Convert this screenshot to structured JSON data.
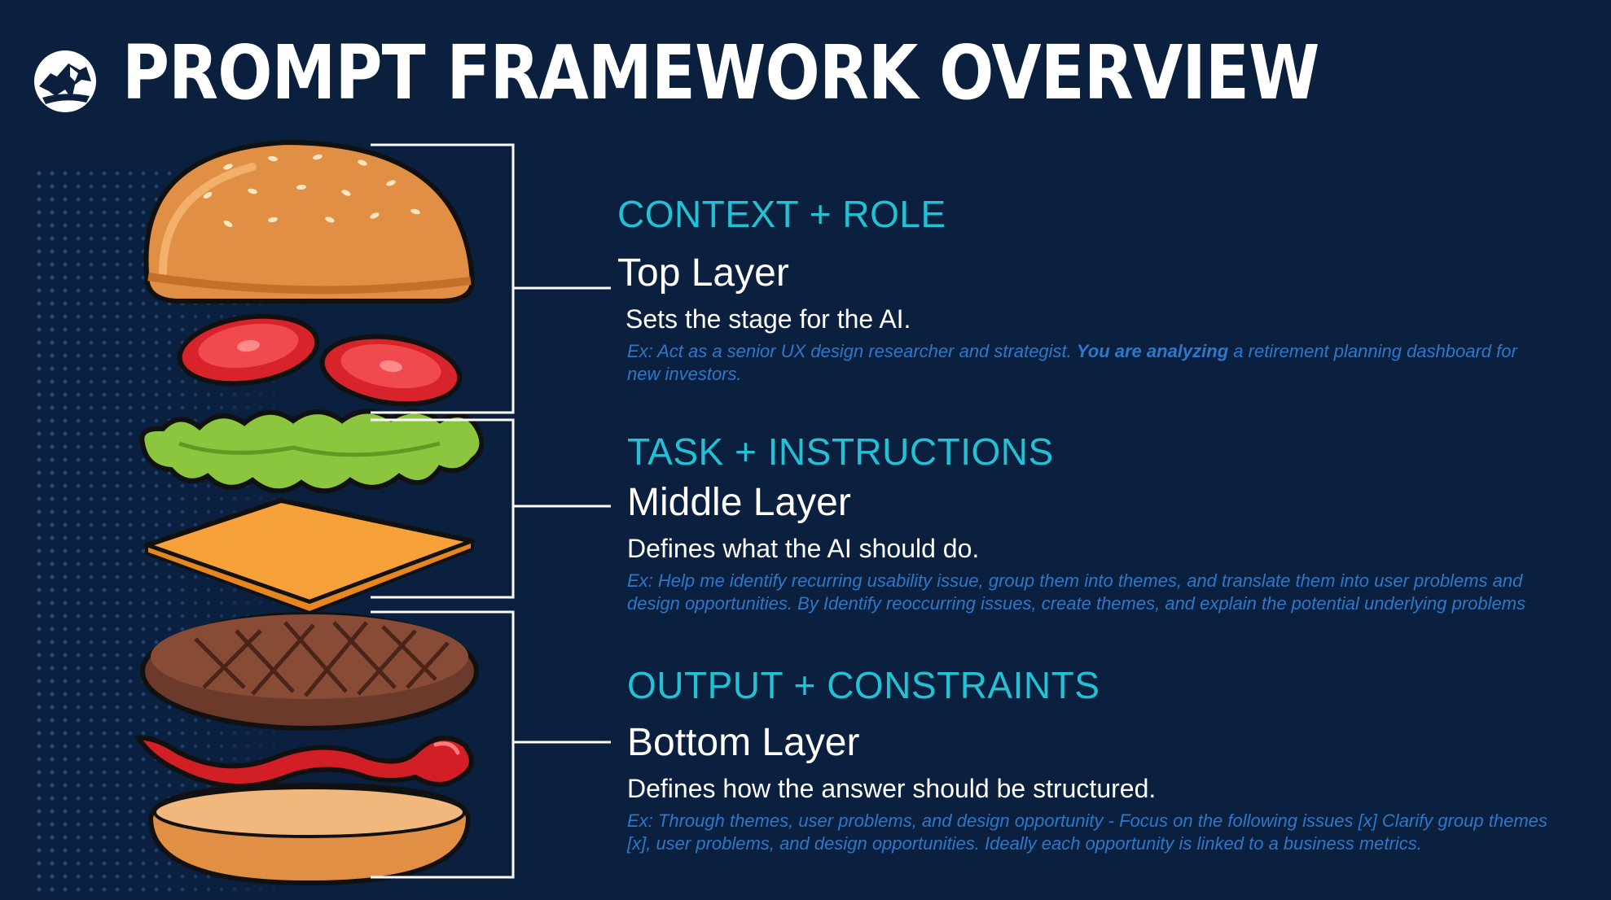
{
  "title": "PROMPT FRAMEWORK OVERVIEW",
  "colors": {
    "background": "#0b1f3f",
    "heading": "#22c2d4",
    "text": "#ffffff",
    "example": "#2d78c9",
    "bracket": "#ffffff"
  },
  "icons": {
    "logo": "rock-logo-icon",
    "illustration": "burger-layers-illustration"
  },
  "sections": [
    {
      "heading": "CONTEXT + ROLE",
      "layer": "Top Layer",
      "description": "Sets the stage for the AI.",
      "example_pre": "Ex: Act as a senior UX design researcher and strategist.",
      "example_bold": "You are analyzing",
      "example_post": "a retirement planning dashboard for new investors."
    },
    {
      "heading": "TASK + INSTRUCTIONS",
      "layer": "Middle Layer",
      "description": "Defines what the AI should do.",
      "example": "Ex: Help me identify recurring usability issue, group them into themes, and translate them into user problems and design opportunities.  By Identify reoccurring issues, create themes, and explain the potential underlying problems"
    },
    {
      "heading": "OUTPUT + CONSTRAINTS",
      "layer": "Bottom Layer",
      "description": "Defines how the answer should be structured.",
      "example": "Ex: Through themes, user problems, and design opportunity - Focus on the following issues [x] Clarify group themes [x], user problems, and design opportunities. Ideally each opportunity is linked to a business metrics."
    }
  ]
}
